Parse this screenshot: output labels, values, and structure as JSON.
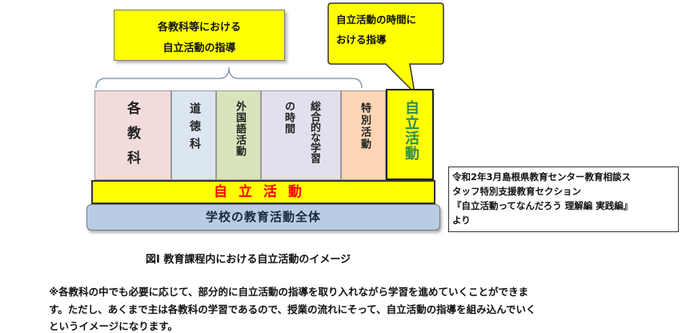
{
  "label_box": {
    "line1": "各教科等における",
    "line2": "自立活動の指導"
  },
  "bubble": {
    "line1": "自立活動の時間に",
    "line2": "おける指導"
  },
  "columns": {
    "kakukyoka": "各教科",
    "dotoku": "道徳科",
    "gaikokugo": "外国語活動",
    "sogo_a": "の時間",
    "sogo_b": "総合的な学習",
    "tokubetsu": "特別活動",
    "jiritsu": "自立活動"
  },
  "bars": {
    "jiritsu": "自立活動",
    "zentai": "学校の教育活動全体"
  },
  "source": {
    "line1": "令和2年3月島根県教育センター教育相談ス",
    "line2": "タッフ特別支援教育セクション",
    "line3": "『自立活動ってなんだろう 理解編 実践編』",
    "line4": "より"
  },
  "caption": "図Ⅰ 教育課程内における自立活動のイメージ",
  "note": {
    "line1": "※各教科の中でも必要に応じて、部分的に自立活動の指導を取り入れながら学習を進めていくことができま",
    "line2": "す。ただし、あくまで主は各教科の学習であるので、授業の流れにそって、自立活動の指導を組み込んでいく",
    "line3": "というイメージになります。"
  },
  "colors": {
    "yellow": "#ffff00",
    "red_text": "#ff0000",
    "blue_bar": "#b8cce4",
    "kakukyoka": "#f2dcdb",
    "dotoku": "#dce6f1",
    "gaikokugo": "#d8e4bc",
    "sogo": "#e4dfec",
    "tokubetsu": "#fcd5b4",
    "jiritsu_text": "#2e8b57"
  }
}
